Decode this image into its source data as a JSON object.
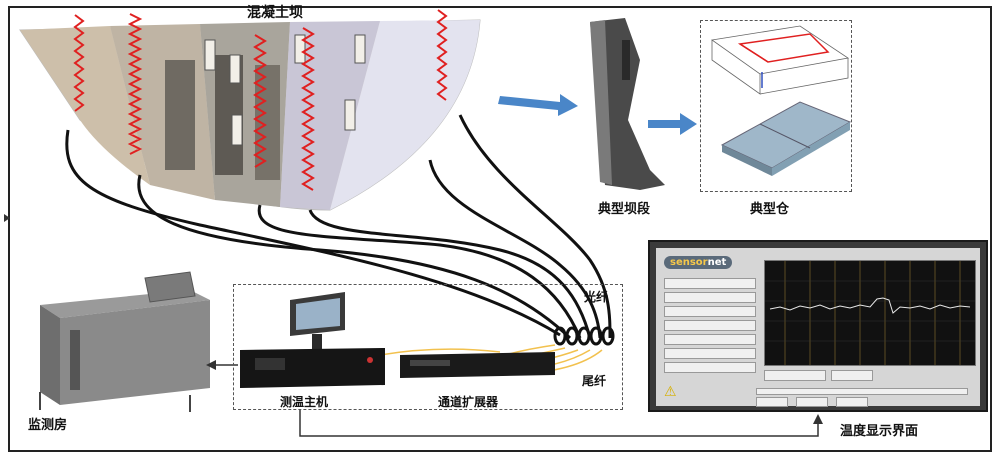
{
  "labels": {
    "dam": "混凝土坝",
    "dam_section": "典型坝段",
    "typical_bay": "典型仓",
    "monitor_room": "监测房",
    "optical_fiber": "光纤",
    "pigtail_fiber": "尾纤",
    "host": "测温主机",
    "extender": "通道扩展器",
    "display_interface": "温度显示界面"
  },
  "software": {
    "logo_prefix": "sensor",
    "logo_suffix": "net"
  },
  "colors": {
    "fiber": "#111111",
    "sensor_red": "#e02020",
    "flow_arrow": "#4a86c8",
    "pigtail": "#f2c14e",
    "plot_bg": "#111111",
    "plot_trace": "#e8e8e8"
  },
  "icons": {
    "flow_arrow": "right-arrow-icon",
    "connector": "down-arrow-icon"
  }
}
